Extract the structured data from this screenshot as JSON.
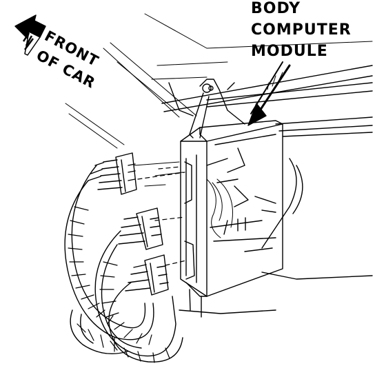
{
  "callout": {
    "module_line1": "BODY",
    "module_line2": "COMPUTER",
    "module_line3": "MODULE"
  },
  "direction": {
    "line1": "FRONT",
    "line2": "OF CAR",
    "arrow_icon": "front-arrow-icon"
  },
  "colors": {
    "ink": "#000000",
    "paper": "#ffffff"
  }
}
